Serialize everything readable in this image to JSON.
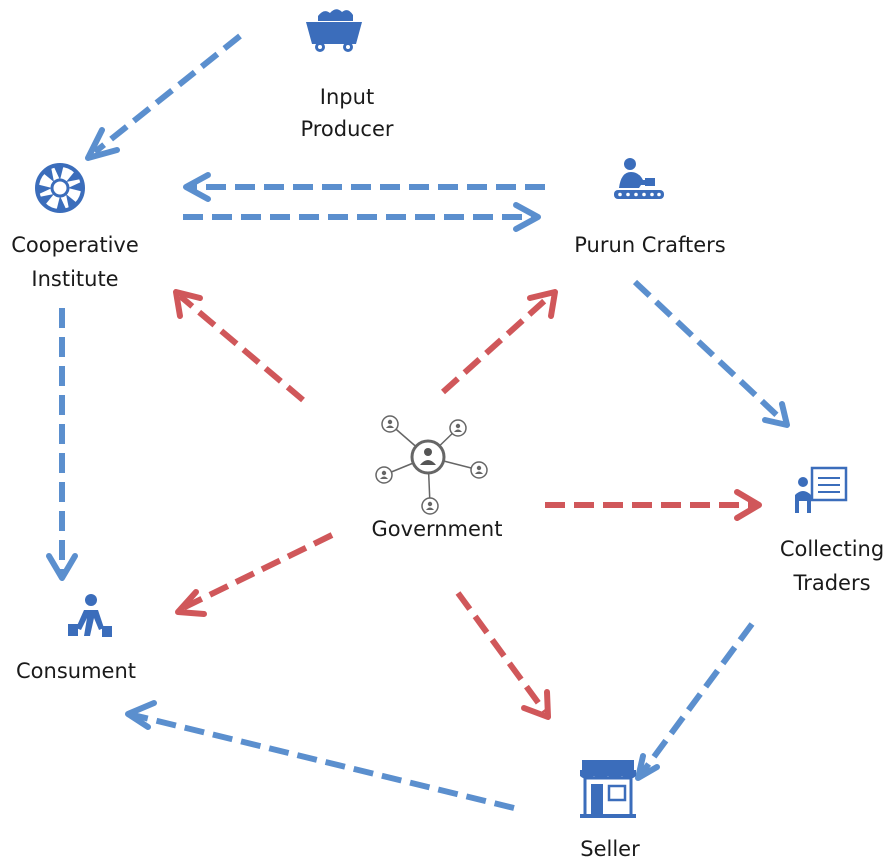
{
  "nodes": {
    "input_producer": {
      "line1": "Input",
      "line2": "Producer",
      "icon": "mine-cart-icon"
    },
    "cooperative_institute": {
      "line1": "Cooperative",
      "line2": "Institute",
      "icon": "network-wheel-icon"
    },
    "purun_crafters": {
      "line1": "Purun Crafters",
      "icon": "worker-at-conveyor-icon"
    },
    "government": {
      "line1": "Government",
      "icon": "people-network-icon"
    },
    "collecting_traders": {
      "line1": "Collecting",
      "line2": "Traders",
      "icon": "trader-board-icon"
    },
    "consument": {
      "line1": "Consument",
      "icon": "shopper-bags-icon"
    },
    "seller": {
      "line1": "Seller",
      "icon": "storefront-icon"
    }
  },
  "colors": {
    "supply_flow": "#5b8fce",
    "government_flow": "#d0575a",
    "icon": "#3b6dbb"
  },
  "edges": [
    {
      "from": "input_producer",
      "to": "cooperative_institute",
      "color": "supply_flow"
    },
    {
      "from": "purun_crafters",
      "to": "cooperative_institute",
      "color": "supply_flow"
    },
    {
      "from": "cooperative_institute",
      "to": "purun_crafters",
      "color": "supply_flow"
    },
    {
      "from": "cooperative_institute",
      "to": "consument",
      "color": "supply_flow"
    },
    {
      "from": "purun_crafters",
      "to": "collecting_traders",
      "color": "supply_flow"
    },
    {
      "from": "collecting_traders",
      "to": "seller",
      "color": "supply_flow"
    },
    {
      "from": "seller",
      "to": "consument",
      "color": "supply_flow"
    },
    {
      "from": "government",
      "to": "cooperative_institute",
      "color": "government_flow"
    },
    {
      "from": "government",
      "to": "purun_crafters",
      "color": "government_flow"
    },
    {
      "from": "government",
      "to": "collecting_traders",
      "color": "government_flow"
    },
    {
      "from": "government",
      "to": "consument",
      "color": "government_flow"
    },
    {
      "from": "government",
      "to": "seller",
      "color": "government_flow"
    }
  ]
}
